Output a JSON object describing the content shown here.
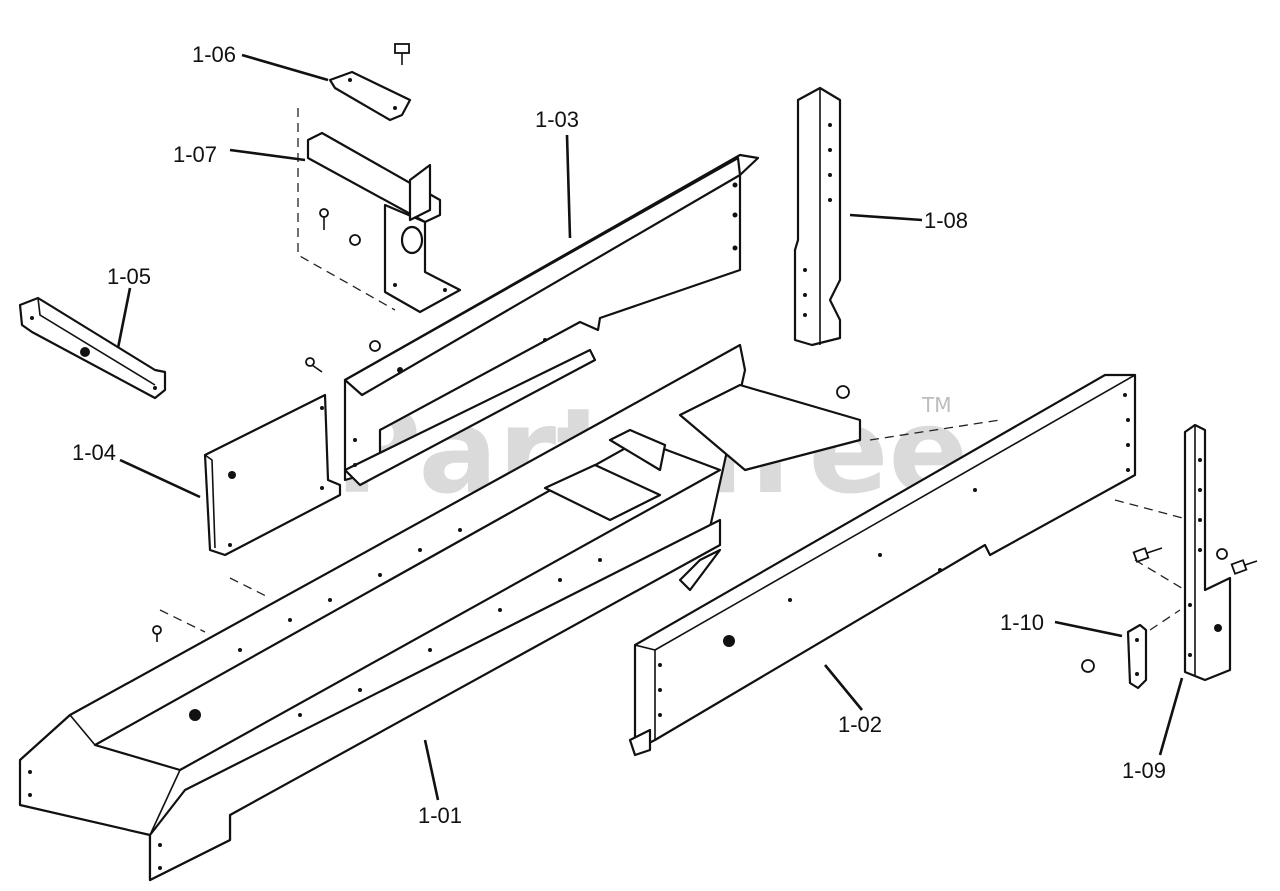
{
  "watermark": {
    "text": "PartsTree",
    "trademark": "TM"
  },
  "callouts": {
    "p101": "1-01",
    "p102": "1-02",
    "p103": "1-03",
    "p104": "1-04",
    "p105": "1-05",
    "p106": "1-06",
    "p107": "1-07",
    "p108": "1-08",
    "p109": "1-09",
    "p110": "1-10"
  }
}
